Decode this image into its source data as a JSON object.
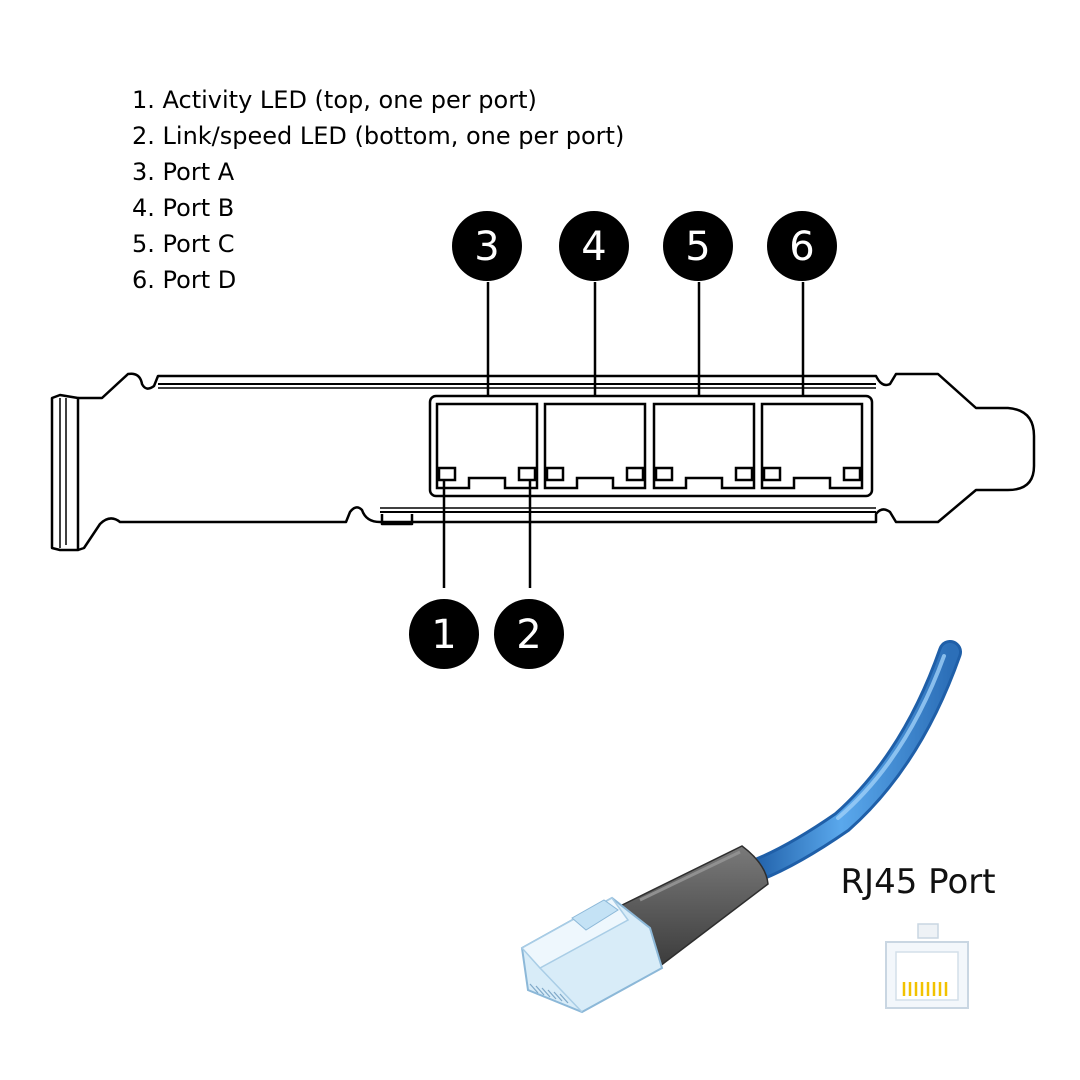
{
  "legend": [
    "1. Activity LED (top, one per port)",
    "2. Link/speed LED (bottom, one per port)",
    "3. Port A",
    "4. Port B",
    "5. Port C",
    "6. Port D"
  ],
  "callouts": {
    "c1": "1",
    "c2": "2",
    "c3": "3",
    "c4": "4",
    "c5": "5",
    "c6": "6"
  },
  "rj45_label": "RJ45 Port",
  "colors": {
    "cable": "#3a86d4",
    "boot": "#5a5a5a",
    "connector": "#d8ecf8",
    "pins": "#f2c200"
  }
}
